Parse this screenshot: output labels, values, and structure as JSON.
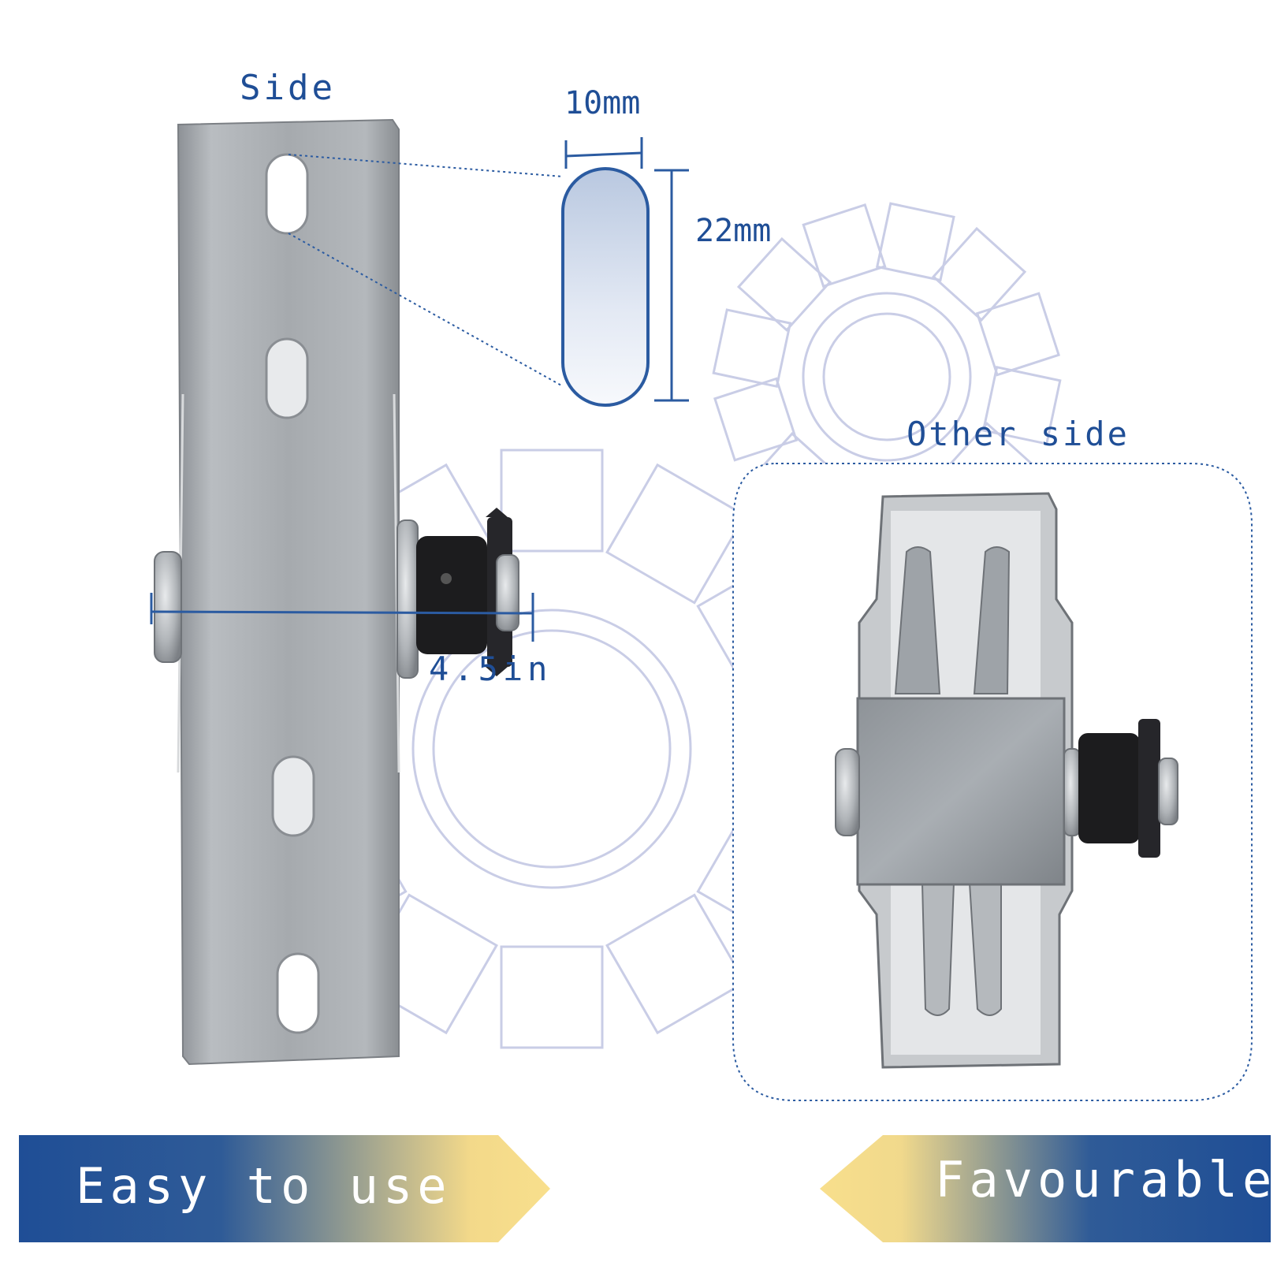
{
  "labels": {
    "side": "Side",
    "slot_width": "10mm",
    "slot_height": "22mm",
    "length": "4.5in",
    "other_side": "Other side"
  },
  "banners": {
    "left": "Easy to use",
    "right": "Favourable"
  },
  "colors": {
    "label_text": "#1f4e96",
    "banner_blue": "#1f4e96",
    "banner_gold": "#f7dd8a",
    "gear_outline": "#c9cde6",
    "steel": "#a9adb1"
  }
}
